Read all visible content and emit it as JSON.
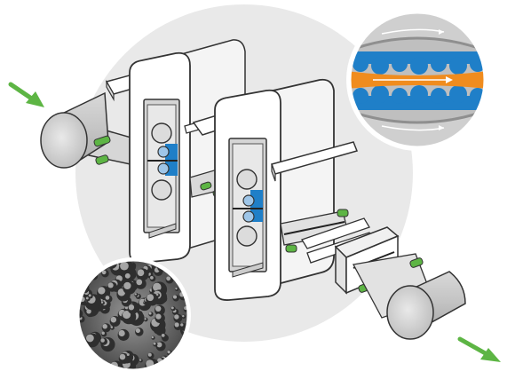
{
  "figure": {
    "colors": {
      "background": "#ffffff",
      "backdrop_circle": "#e9e9e9",
      "machine_fill": "#ffffff",
      "machine_outline": "#333333",
      "roll_gray": "#c9c9c9",
      "roll_light": "#e6e6e6",
      "accent_green": "#5db544",
      "roller_blue": "#1f7fc8",
      "layer_orange": "#f08c1e"
    },
    "elements": {
      "flow_arrows": "green-arrow-icon",
      "feed_roll": "sheet-roll",
      "output_roll": "sheet-roll",
      "rolling_stands": 2,
      "detail_inset": "magnified-roll-gap",
      "micrograph_inset": "porous-surface-micrograph"
    }
  }
}
